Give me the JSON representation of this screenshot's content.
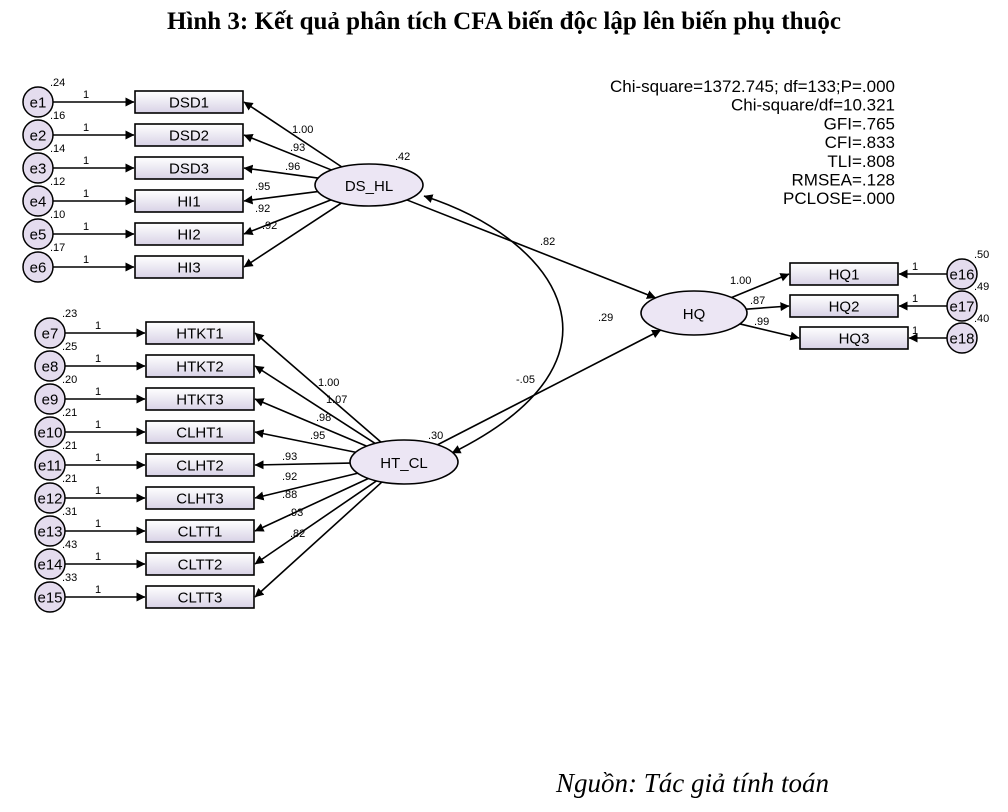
{
  "title": "Hình 3: Kết quả phân tích CFA biến độc lập lên biến phụ thuộc",
  "source": "Nguồn: Tác giả tính toán",
  "fit_stats": [
    "Chi-square=1372.745; df=133;P=.000",
    "Chi-square/df=10.321",
    "GFI=.765",
    "CFI=.833",
    "TLI=.808",
    "RMSEA=.128",
    "PCLOSE=.000"
  ],
  "latents": [
    {
      "id": "DS_HL",
      "label": "DS_HL",
      "variance": ".42"
    },
    {
      "id": "HQ",
      "label": "HQ",
      "variance": ""
    },
    {
      "id": "HT_CL",
      "label": "HT_CL",
      "variance": ".30"
    }
  ],
  "groups": [
    {
      "latent": "DS_HL",
      "items": [
        {
          "label": "DSD1",
          "error": "e1",
          "err_val": ".24",
          "err_path": "1",
          "loading": "1.00"
        },
        {
          "label": "DSD2",
          "error": "e2",
          "err_val": ".16",
          "err_path": "1",
          "loading": ".93"
        },
        {
          "label": "DSD3",
          "error": "e3",
          "err_val": ".14",
          "err_path": "1",
          "loading": ".96"
        },
        {
          "label": "HI1",
          "error": "e4",
          "err_val": ".12",
          "err_path": "1",
          "loading": ".95"
        },
        {
          "label": "HI2",
          "error": "e5",
          "err_val": ".10",
          "err_path": "1",
          "loading": ".92"
        },
        {
          "label": "HI3",
          "error": "e6",
          "err_val": ".17",
          "err_path": "1",
          "loading": ".92"
        }
      ]
    },
    {
      "latent": "HT_CL",
      "items": [
        {
          "label": "HTKT1",
          "error": "e7",
          "err_val": ".23",
          "err_path": "1",
          "loading": "1.00"
        },
        {
          "label": "HTKT2",
          "error": "e8",
          "err_val": ".25",
          "err_path": "1",
          "loading": "1.07"
        },
        {
          "label": "HTKT3",
          "error": "e9",
          "err_val": ".20",
          "err_path": "1",
          "loading": ".98"
        },
        {
          "label": "CLHT1",
          "error": "e10",
          "err_val": ".21",
          "err_path": "1",
          "loading": ".95"
        },
        {
          "label": "CLHT2",
          "error": "e11",
          "err_val": ".21",
          "err_path": "1",
          "loading": ".93"
        },
        {
          "label": "CLHT3",
          "error": "e12",
          "err_val": ".21",
          "err_path": "1",
          "loading": ".92"
        },
        {
          "label": "CLTT1",
          "error": "e13",
          "err_val": ".31",
          "err_path": "1",
          "loading": ".88"
        },
        {
          "label": "CLTT2",
          "error": "e14",
          "err_val": ".43",
          "err_path": "1",
          "loading": ".93"
        },
        {
          "label": "CLTT3",
          "error": "e15",
          "err_val": ".33",
          "err_path": "1",
          "loading": ".82"
        }
      ]
    },
    {
      "latent": "HQ",
      "items": [
        {
          "label": "HQ1",
          "error": "e16",
          "err_val": ".50",
          "err_path": "1",
          "loading": "1.00"
        },
        {
          "label": "HQ2",
          "error": "e17",
          "err_val": ".49",
          "err_path": "1",
          "loading": ".87"
        },
        {
          "label": "HQ3",
          "error": "e18",
          "err_val": ".40",
          "err_path": "1",
          "loading": ".99"
        }
      ]
    }
  ],
  "structural": {
    "dshl_hq": ".82",
    "htcl_hq": ".29",
    "covariance": "-.05"
  }
}
